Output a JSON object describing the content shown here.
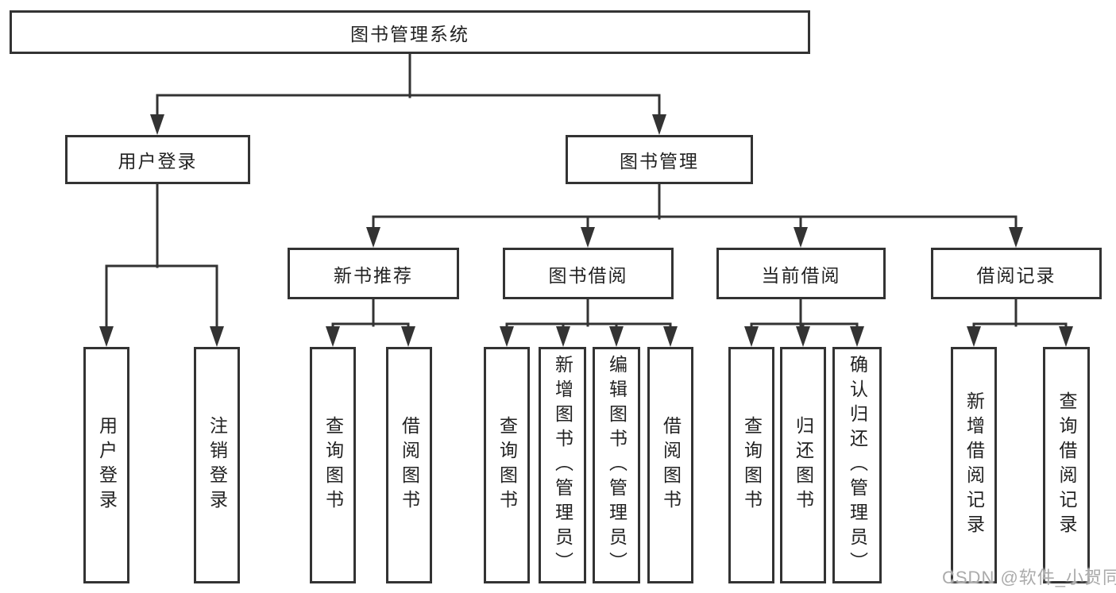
{
  "diagram": {
    "root": {
      "label": "图书管理系统"
    },
    "level2": [
      {
        "label": "用户登录"
      },
      {
        "label": "图书管理"
      }
    ],
    "level3": [
      {
        "label": "新书推荐"
      },
      {
        "label": "图书借阅"
      },
      {
        "label": "当前借阅"
      },
      {
        "label": "借阅记录"
      }
    ],
    "leaves": [
      {
        "label": "用户登录"
      },
      {
        "label": "注销登录"
      },
      {
        "label": "查询图书"
      },
      {
        "label": "借阅图书"
      },
      {
        "label": "查询图书"
      },
      {
        "label": "新增图书（管理员）"
      },
      {
        "label": "编辑图书（管理员）"
      },
      {
        "label": "借阅图书"
      },
      {
        "label": "查询图书"
      },
      {
        "label": "归还图书"
      },
      {
        "label": "确认归还（管理员）"
      },
      {
        "label": "新增借阅记录"
      },
      {
        "label": "查询借阅记录"
      }
    ]
  },
  "watermark": {
    "text": "CSDN @软件_小贺同学"
  },
  "colors": {
    "line": "#333333",
    "box_border": "#333333",
    "text": "#222222",
    "watermark": "#ababab",
    "background": "#ffffff"
  }
}
